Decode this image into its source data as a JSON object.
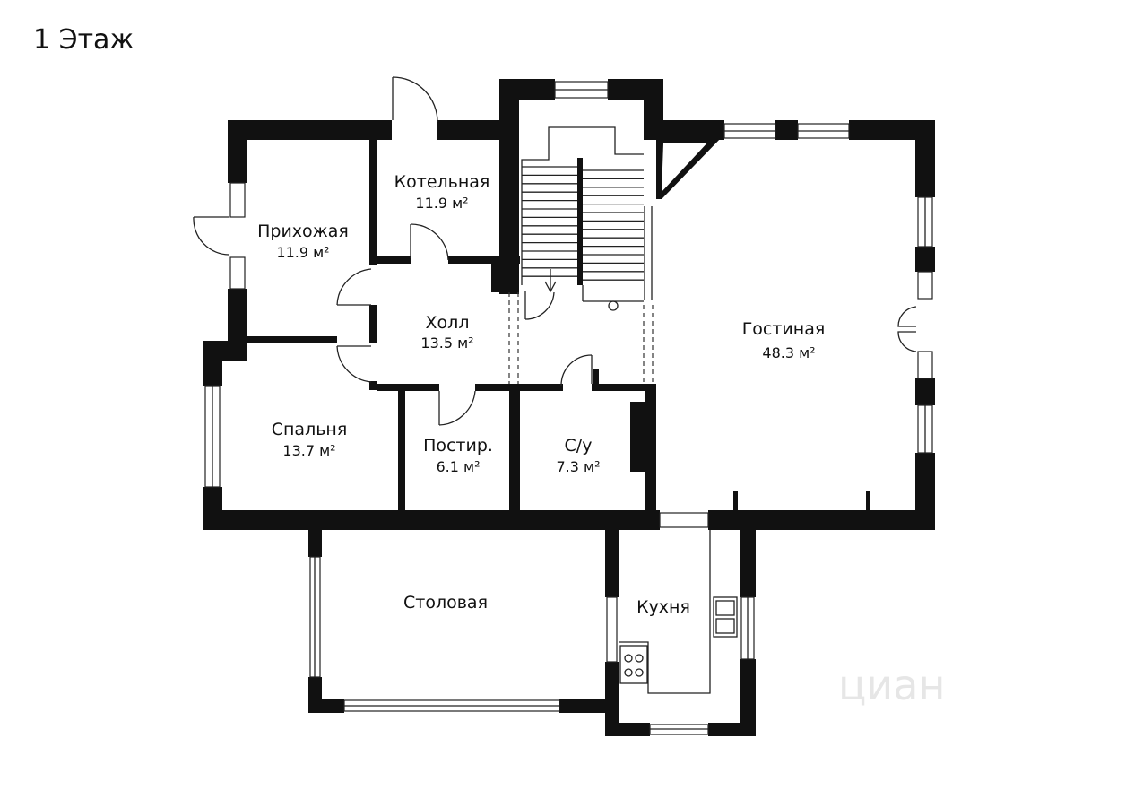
{
  "title": "1 Этаж",
  "watermark": "циан",
  "rooms": [
    {
      "id": "hallway",
      "name": "Прихожая",
      "area": "11.9 м²"
    },
    {
      "id": "boiler",
      "name": "Котельная",
      "area": "11.9 м²"
    },
    {
      "id": "hall",
      "name": "Холл",
      "area": "13.5 м²"
    },
    {
      "id": "living",
      "name": "Гостиная",
      "area": "48.3 м²"
    },
    {
      "id": "bedroom",
      "name": "Спальня",
      "area": "13.7 м²"
    },
    {
      "id": "laundry",
      "name": "Постир.",
      "area": "6.1 м²"
    },
    {
      "id": "bathroom",
      "name": "С/у",
      "area": "7.3 м²"
    },
    {
      "id": "dining",
      "name": "Столовая",
      "area": ""
    },
    {
      "id": "kitchen",
      "name": "Кухня",
      "area": ""
    }
  ]
}
